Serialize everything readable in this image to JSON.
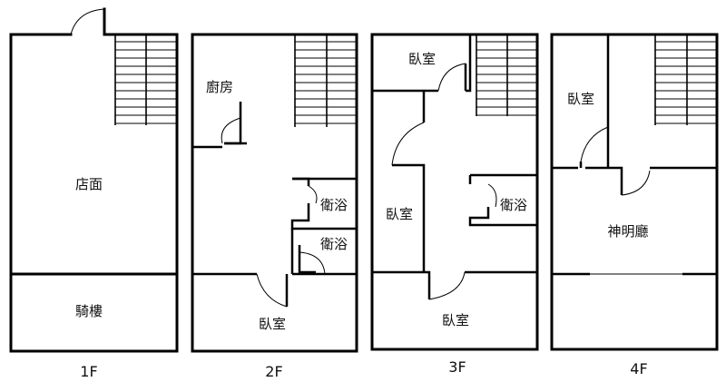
{
  "floors": [
    {
      "label": "1F",
      "rooms": [
        "店面",
        "騎樓"
      ]
    },
    {
      "label": "2F",
      "rooms": [
        "廚房",
        "衛浴",
        "衛浴",
        "臥室"
      ]
    },
    {
      "label": "3F",
      "rooms": [
        "臥室",
        "臥室",
        "衛浴",
        "臥室"
      ]
    },
    {
      "label": "4F",
      "rooms": [
        "臥室",
        "神明廳"
      ]
    }
  ]
}
